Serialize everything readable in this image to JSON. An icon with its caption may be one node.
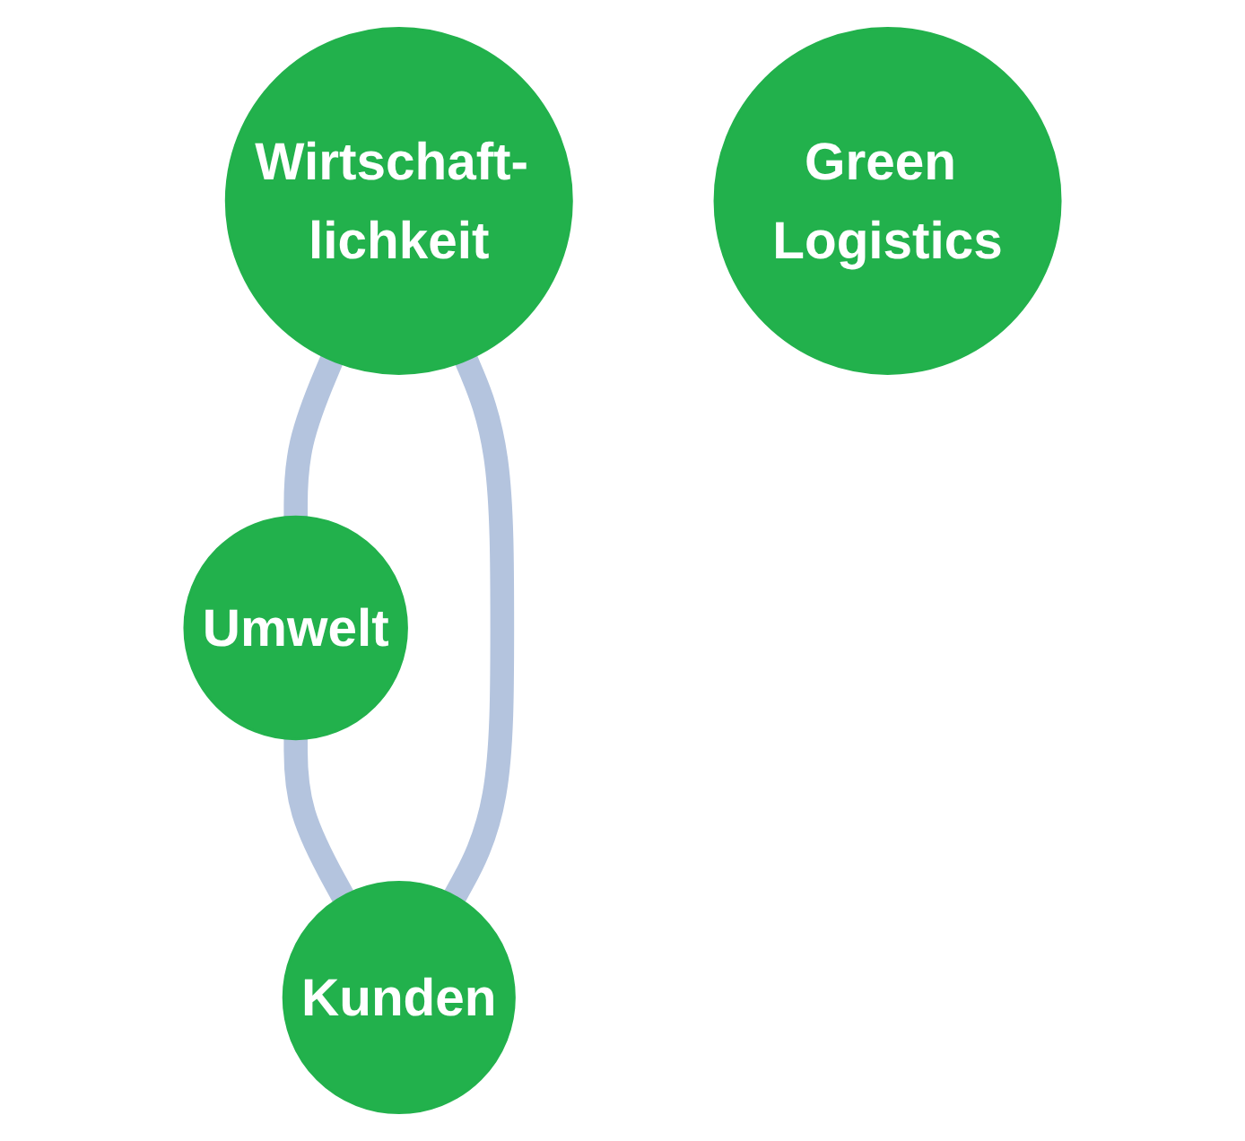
{
  "diagram": {
    "nodes": [
      {
        "text": [
          "Wirtschaft- lichkeit"
        ]
      },
      {
        "text": [
          "Green Logistics"
        ]
      },
      {
        "text": [
          "Kunden"
        ]
      },
      {
        "text": [
          "Umwelt"
        ]
      }
    ],
    "edges": [
      {
        "from": 0,
        "to": 3,
        "arrow": "none"
      },
      {
        "from": 3,
        "to": 2,
        "arrow": "none"
      },
      {
        "from": 2,
        "to": 0,
        "arrow": "none"
      }
    ]
  }
}
